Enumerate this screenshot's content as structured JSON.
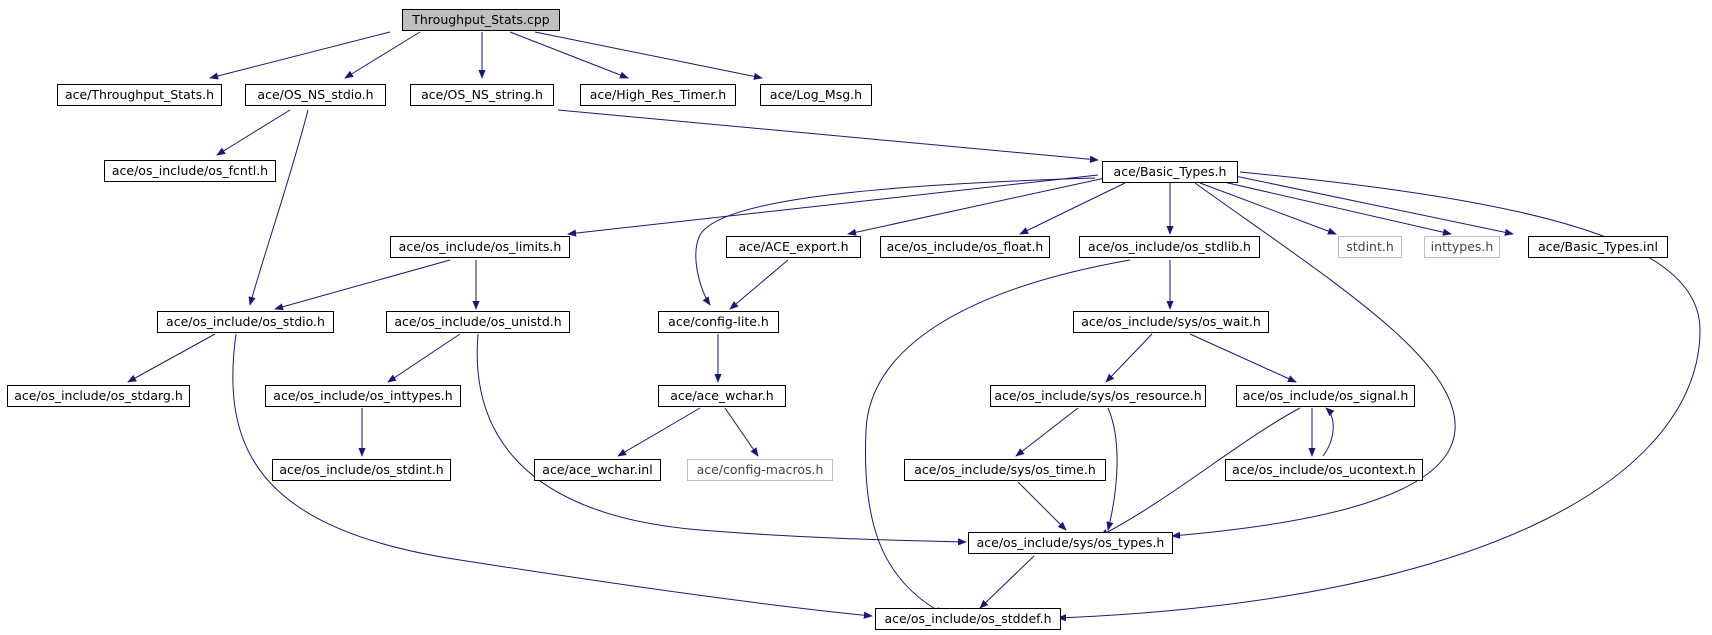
{
  "colors": {
    "edge": "#191970",
    "border": "#000000",
    "root_fill": "#bfbfbf",
    "external_border": "#bfbfbf"
  },
  "nodes": {
    "root": "Throughput_Stats.cpp",
    "throughput_stats_h": "ace/Throughput_Stats.h",
    "os_ns_stdio_h": "ace/OS_NS_stdio.h",
    "os_ns_string_h": "ace/OS_NS_string.h",
    "high_res_timer_h": "ace/High_Res_Timer.h",
    "log_msg_h": "ace/Log_Msg.h",
    "os_fcntl_h": "ace/os_include/os_fcntl.h",
    "basic_types_h": "ace/Basic_Types.h",
    "os_limits_h": "ace/os_include/os_limits.h",
    "ace_export_h": "ace/ACE_export.h",
    "os_float_h": "ace/os_include/os_float.h",
    "os_stdlib_h": "ace/os_include/os_stdlib.h",
    "stdint_h": "stdint.h",
    "inttypes_h": "inttypes.h",
    "basic_types_inl": "ace/Basic_Types.inl",
    "os_stdio_h": "ace/os_include/os_stdio.h",
    "os_unistd_h": "ace/os_include/os_unistd.h",
    "config_lite_h": "ace/config-lite.h",
    "os_wait_h": "ace/os_include/sys/os_wait.h",
    "os_stdarg_h": "ace/os_include/os_stdarg.h",
    "os_inttypes_h": "ace/os_include/os_inttypes.h",
    "ace_wchar_h": "ace/ace_wchar.h",
    "os_resource_h": "ace/os_include/sys/os_resource.h",
    "os_signal_h": "ace/os_include/os_signal.h",
    "os_stdint_h": "ace/os_include/os_stdint.h",
    "ace_wchar_inl": "ace/ace_wchar.inl",
    "config_macros_h": "ace/config-macros.h",
    "os_time_h": "ace/os_include/sys/os_time.h",
    "os_ucontext_h": "ace/os_include/os_ucontext.h",
    "os_types_h": "ace/os_include/sys/os_types.h",
    "os_stddef_h": "ace/os_include/os_stddef.h"
  }
}
